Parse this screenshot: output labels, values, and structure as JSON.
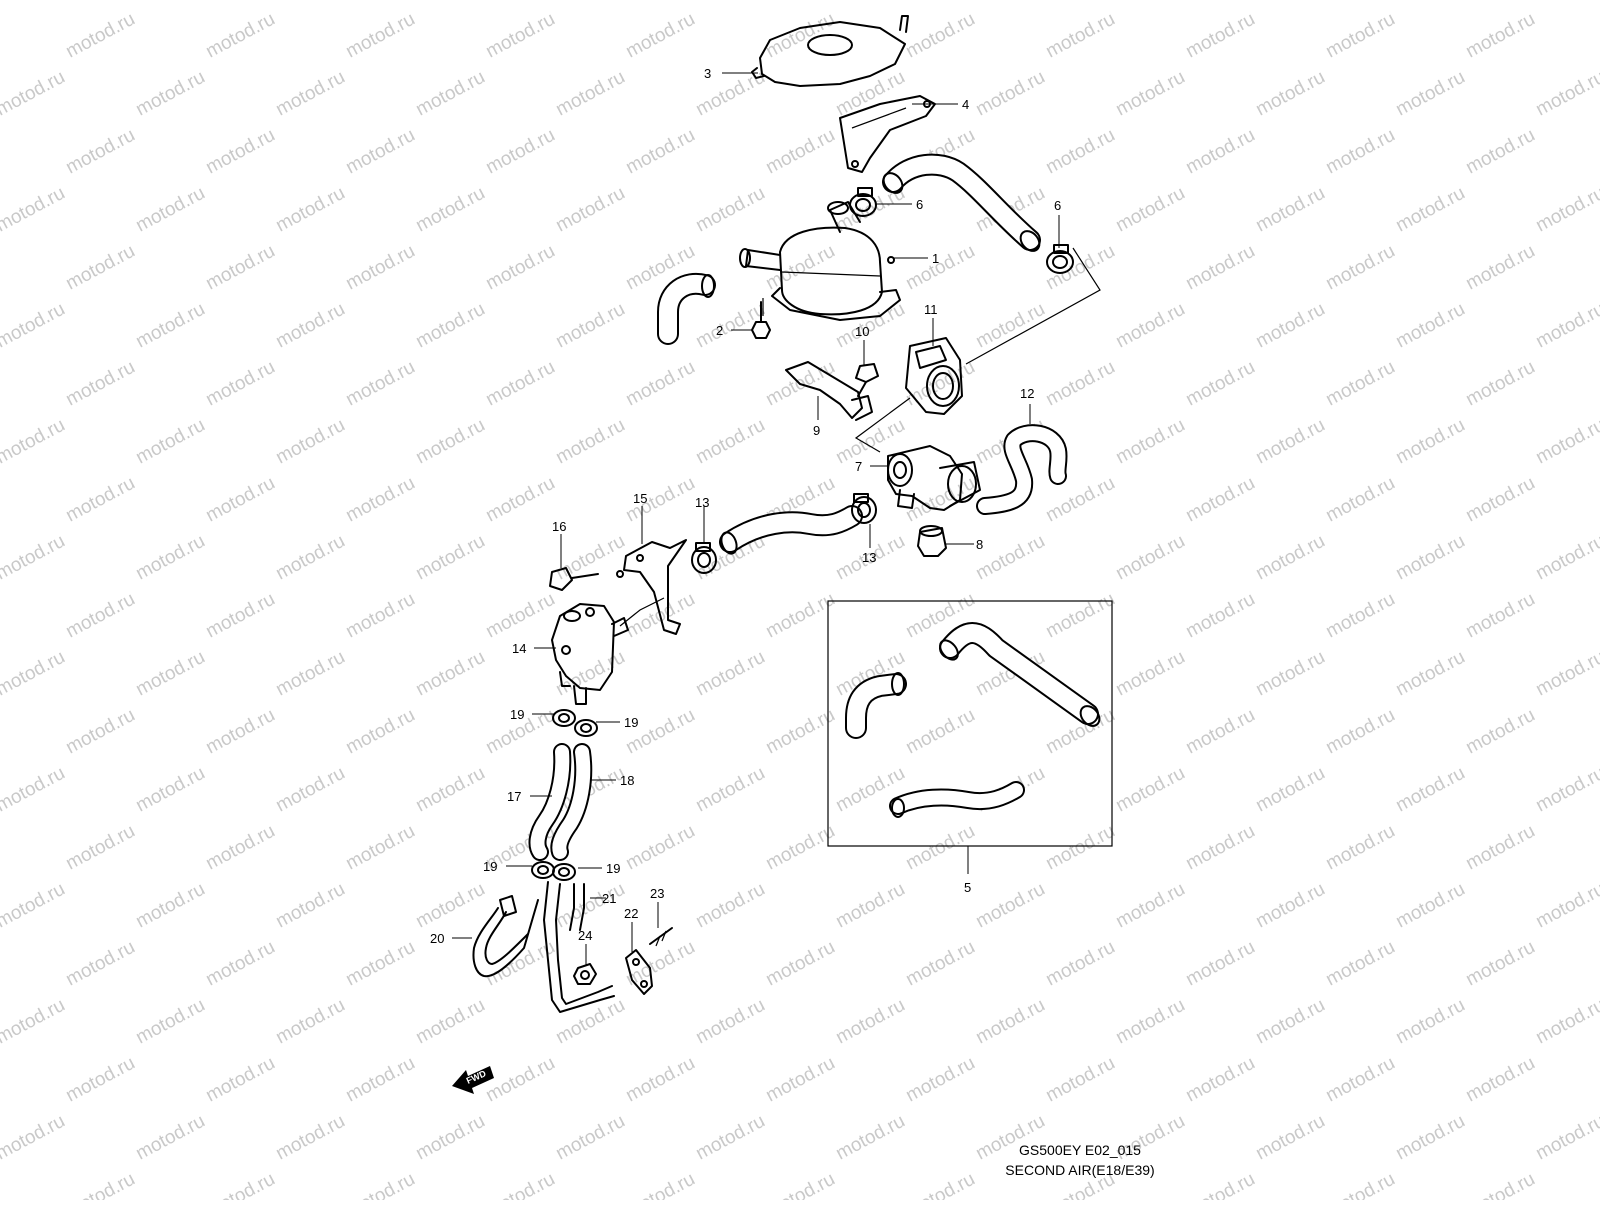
{
  "diagram": {
    "model_code": "GS500EY E02_015",
    "section_title": "SECOND AIR(E18/E39)",
    "watermark": "motod.ru",
    "direction_marker": "FWD"
  },
  "parts": [
    {
      "id": "part-1",
      "callout": "1"
    },
    {
      "id": "part-2",
      "callout": "2"
    },
    {
      "id": "part-3",
      "callout": "3"
    },
    {
      "id": "part-4",
      "callout": "4"
    },
    {
      "id": "part-5",
      "callout": "5"
    },
    {
      "id": "part-6a",
      "callout": "6"
    },
    {
      "id": "part-6b",
      "callout": "6"
    },
    {
      "id": "part-7",
      "callout": "7"
    },
    {
      "id": "part-8",
      "callout": "8"
    },
    {
      "id": "part-9",
      "callout": "9"
    },
    {
      "id": "part-10",
      "callout": "10"
    },
    {
      "id": "part-11",
      "callout": "11"
    },
    {
      "id": "part-12",
      "callout": "12"
    },
    {
      "id": "part-13a",
      "callout": "13"
    },
    {
      "id": "part-13b",
      "callout": "13"
    },
    {
      "id": "part-14",
      "callout": "14"
    },
    {
      "id": "part-15",
      "callout": "15"
    },
    {
      "id": "part-16",
      "callout": "16"
    },
    {
      "id": "part-17",
      "callout": "17"
    },
    {
      "id": "part-18",
      "callout": "18"
    },
    {
      "id": "part-19a",
      "callout": "19"
    },
    {
      "id": "part-19b",
      "callout": "19"
    },
    {
      "id": "part-19c",
      "callout": "19"
    },
    {
      "id": "part-19d",
      "callout": "19"
    },
    {
      "id": "part-20",
      "callout": "20"
    },
    {
      "id": "part-21",
      "callout": "21"
    },
    {
      "id": "part-22",
      "callout": "22"
    },
    {
      "id": "part-23",
      "callout": "23"
    },
    {
      "id": "part-24",
      "callout": "24"
    }
  ]
}
